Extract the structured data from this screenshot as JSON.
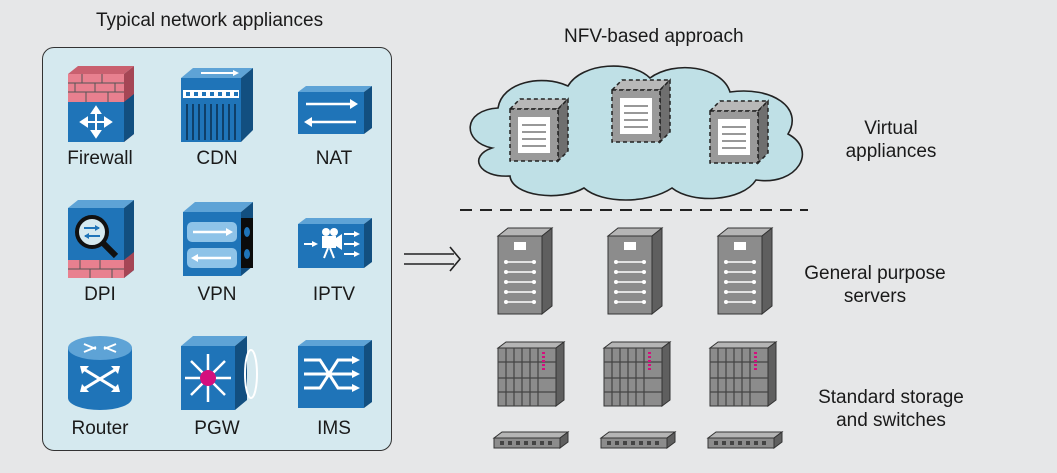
{
  "left": {
    "title": "Typical network appliances",
    "appliances": [
      {
        "label": "Firewall",
        "icon": "firewall-icon"
      },
      {
        "label": "CDN",
        "icon": "cdn-icon"
      },
      {
        "label": "NAT",
        "icon": "nat-icon"
      },
      {
        "label": "DPI",
        "icon": "dpi-icon"
      },
      {
        "label": "VPN",
        "icon": "vpn-icon"
      },
      {
        "label": "IPTV",
        "icon": "iptv-icon"
      },
      {
        "label": "Router",
        "icon": "router-icon"
      },
      {
        "label": "PGW",
        "icon": "pgw-icon"
      },
      {
        "label": "IMS",
        "icon": "ims-icon"
      }
    ]
  },
  "right": {
    "title": "NFV-based approach",
    "virtual_label_1": "Virtual",
    "virtual_label_2": "appliances",
    "servers_label_1": "General purpose",
    "servers_label_2": "servers",
    "storage_label_1": "Standard storage",
    "storage_label_2": "and switches"
  },
  "colors": {
    "appliance_blue": "#1f74b8",
    "appliance_dark": "#124f80",
    "brick_pink": "#e8808f",
    "cloud_fill": "#bfe0e6",
    "server_gray": "#8c8c8c"
  }
}
